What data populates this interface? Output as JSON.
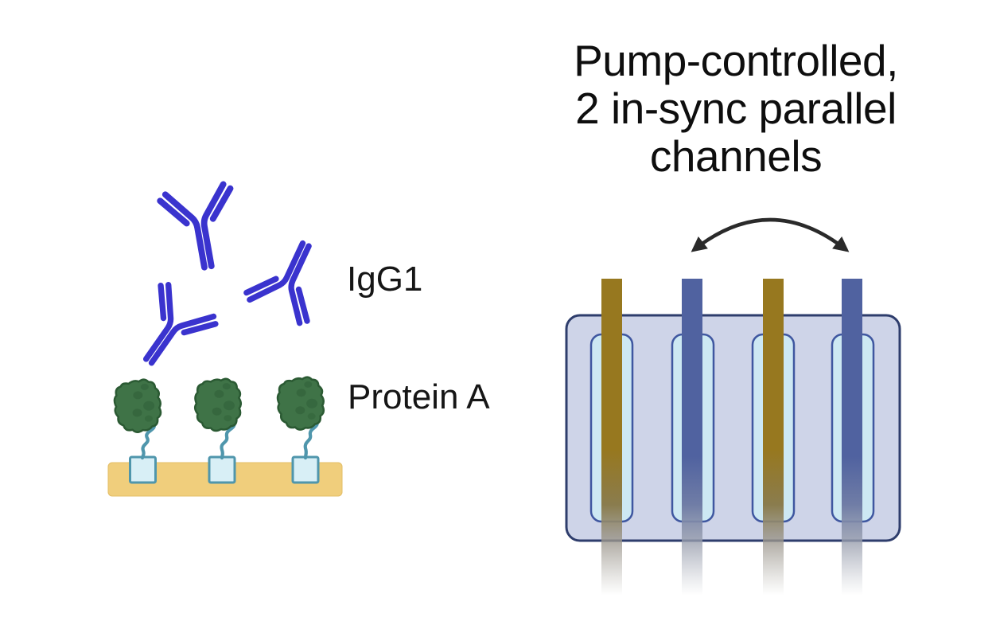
{
  "figure": {
    "left_panel": {
      "antibody_label": "IgG1",
      "antibody_count": 3,
      "protein_label": "Protein A",
      "protein_count": 3
    },
    "right_panel": {
      "title_lines": [
        "Pump-controlled,",
        "2 in-sync parallel",
        "channels"
      ],
      "title": "Pump-controlled, 2 in-sync parallel channels",
      "channel_count": 4,
      "channels": [
        "gold",
        "blue",
        "gold",
        "blue"
      ]
    },
    "colors": {
      "antibody_blue": "#3a33ce",
      "protein_a_green": "#3f7347",
      "protein_a_outline": "#2b5a33",
      "linker_teal": "#4f96ac",
      "anchor_fill": "#d8eff6",
      "surface_tan": "#f0ce7c",
      "tube_gold": "#97781f",
      "tube_blue": "#5062a0",
      "device_fill": "#ced4e8",
      "device_border": "#2e3d6c",
      "slot_fill": "#cde8f3",
      "slot_border": "#3f57a0",
      "arrow_black": "#2a2a2a"
    }
  }
}
